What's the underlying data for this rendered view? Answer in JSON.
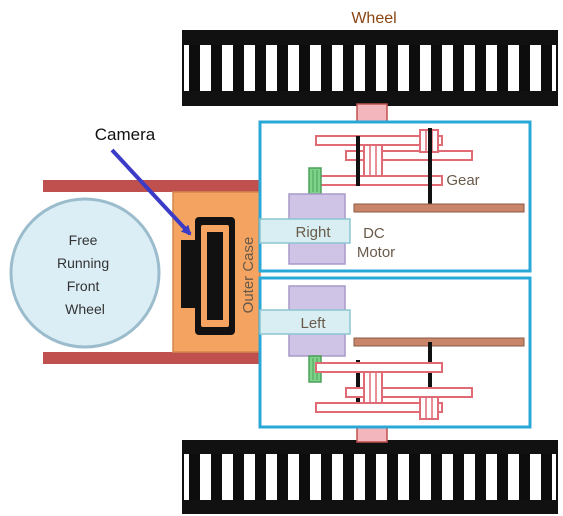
{
  "labels": {
    "wheel": "Wheel",
    "camera": "Camera",
    "front_wheel": [
      "Free",
      "Running",
      "Front",
      "Wheel"
    ],
    "outer_case": "Outer Case",
    "gear": "Gear",
    "right": "Right",
    "left": "Left",
    "dc_motor": [
      "DC",
      "Motor"
    ]
  },
  "colors": {
    "wheel_label": "#8b4513",
    "tread_black": "#0d0d0d",
    "case_blue": "#29a8d8",
    "rail_red": "#c0504d",
    "gear_red": "#e06b74",
    "shaft_brown": "#c8856a",
    "camera_orange": "#f4a460",
    "camera_arrow": "#3b3bc8",
    "front_wheel_fill": "#dbeef6",
    "motor_lavender": "#cfc3e6",
    "motor_label_fill": "#d8eef2",
    "gear_green": "#7ed38a",
    "coupler_pink": "#f3b6bd"
  },
  "icons": [
    "camera-arrow-icon"
  ]
}
